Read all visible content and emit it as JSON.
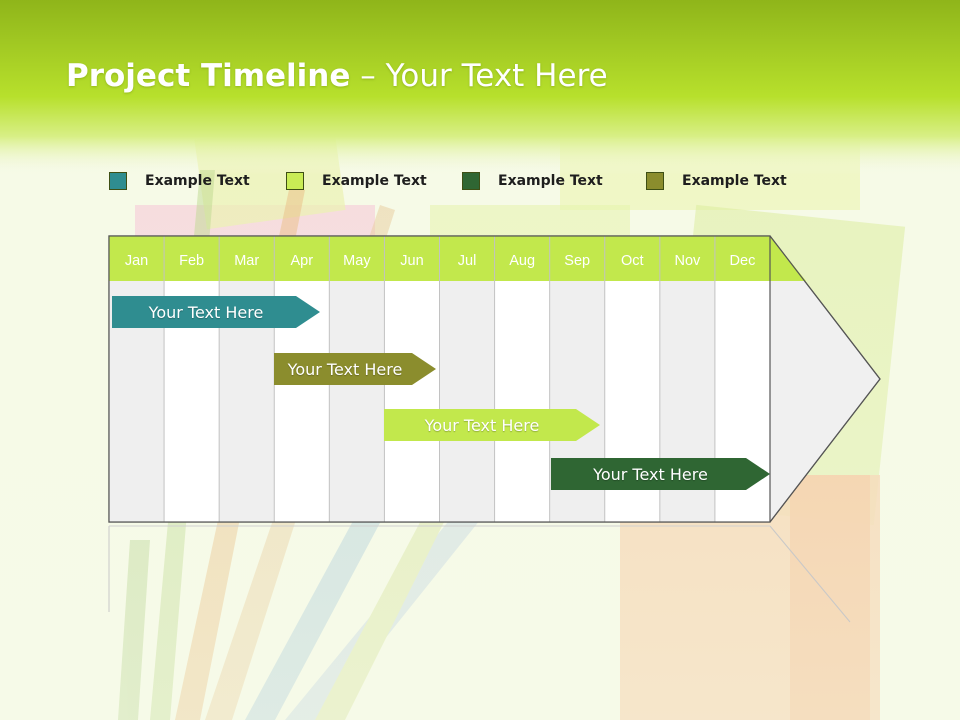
{
  "title": {
    "bold": "Project Timeline",
    "rest": " – Your Text Here"
  },
  "legend": [
    {
      "label": "Example Text",
      "color": "#2f8d90"
    },
    {
      "label": "Example Text",
      "color": "#c9ec55"
    },
    {
      "label": "Example Text",
      "color": "#2f6633"
    },
    {
      "label": "Example Text",
      "color": "#8b8d2d"
    }
  ],
  "months": [
    "Jan",
    "Feb",
    "Mar",
    "Apr",
    "May",
    "Jun",
    "Jul",
    "Aug",
    "Sep",
    "Oct",
    "Nov",
    "Dec"
  ],
  "tasks": [
    {
      "label": "Your  Text Here",
      "color": "#2f8d90"
    },
    {
      "label": "Your  Text Here",
      "color": "#8b8d2d"
    },
    {
      "label": "Your  Text Here",
      "color": "#c2e84c"
    },
    {
      "label": "Your  Text Here",
      "color": "#2f6633"
    }
  ],
  "colors": {
    "header_band": "#b9e02b",
    "month_bar": "#c2e84c"
  }
}
